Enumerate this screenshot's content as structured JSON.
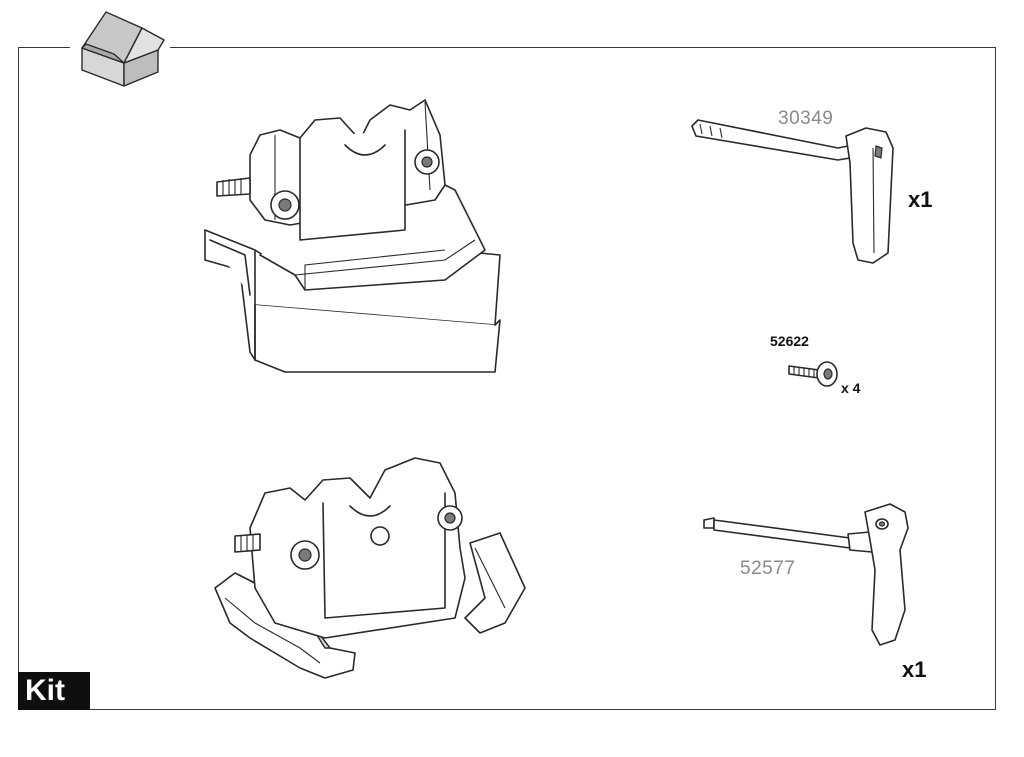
{
  "badge": {
    "text": "Kit"
  },
  "parts": {
    "key_30349": {
      "number": "30349",
      "quantity": "x1"
    },
    "screw_52622": {
      "number": "52622",
      "quantity": "x 4"
    },
    "tool_52577": {
      "number": "52577",
      "quantity": "x1"
    }
  },
  "icons": {
    "box": "open-box-icon",
    "foot_top": "rack-foot-pad-icon",
    "foot_bottom": "rack-foot-clamp-icon",
    "key": "t-handle-key-icon",
    "screw": "hex-screw-icon",
    "tool": "t-handle-hex-driver-icon"
  }
}
